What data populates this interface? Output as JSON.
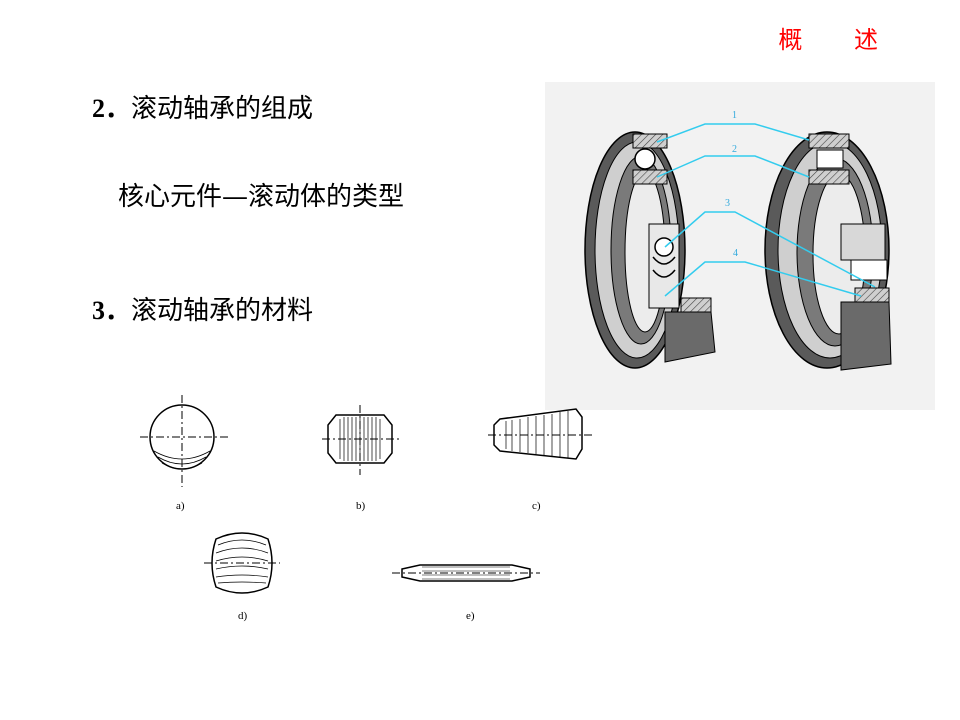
{
  "header": {
    "section_title": "概  述"
  },
  "content": {
    "item2": {
      "number": "2．",
      "text": "滚动轴承的组成"
    },
    "sub_heading": "核心元件—滚动体的类型",
    "item3": {
      "number": "3．",
      "text": "滚动轴承的材料"
    }
  },
  "bearing_figure": {
    "callouts": [
      "1",
      "2",
      "3",
      "4"
    ]
  },
  "roller_types": {
    "captions": [
      "a)",
      "b)",
      "c)",
      "d)",
      "e)"
    ]
  }
}
